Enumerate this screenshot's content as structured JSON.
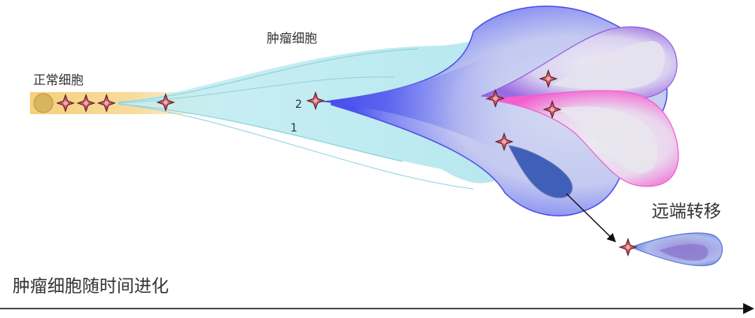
{
  "labels": {
    "normal_cells": "正常细胞",
    "tumor_cells": "肿瘤细胞",
    "metastasis": "远端转移",
    "timeline": "肿瘤细胞随时间进化",
    "branch_1": "1",
    "branch_2": "2"
  },
  "colors": {
    "normal_band": "#f7d58a",
    "early_clone": "#bfe9ee",
    "main_clone": "#5a63f0",
    "purple_subclone": "#9b6be0",
    "pink_subclone": "#f05ccf",
    "dark_subclone": "#3f5fb8",
    "mutation_star": "#c0505a"
  }
}
